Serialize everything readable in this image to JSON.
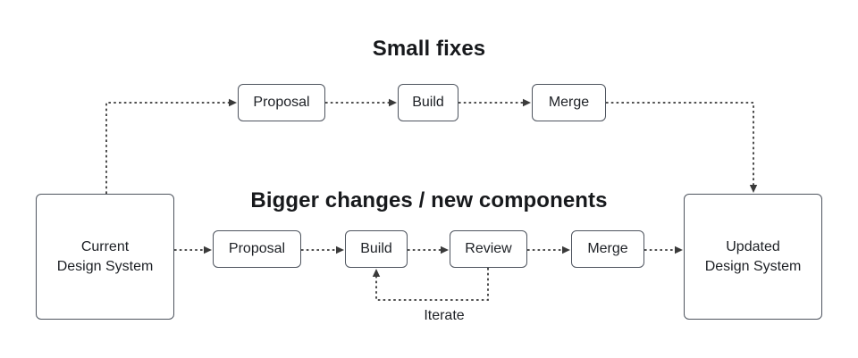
{
  "flows": {
    "small_fixes": {
      "title": "Small fixes",
      "steps": [
        "Proposal",
        "Build",
        "Merge"
      ]
    },
    "bigger_changes": {
      "title": "Bigger changes / new components",
      "steps": [
        "Proposal",
        "Build",
        "Review",
        "Merge"
      ],
      "feedback_label": "Iterate"
    }
  },
  "nodes": {
    "start": {
      "line1": "Current",
      "line2": "Design System"
    },
    "end": {
      "line1": "Updated",
      "line2": "Design System"
    }
  },
  "colors": {
    "background": "#ffffff",
    "box_border": "#4e545e",
    "line": "#3a3a3a",
    "text": "#1d2025",
    "title_text": "#17191c"
  }
}
